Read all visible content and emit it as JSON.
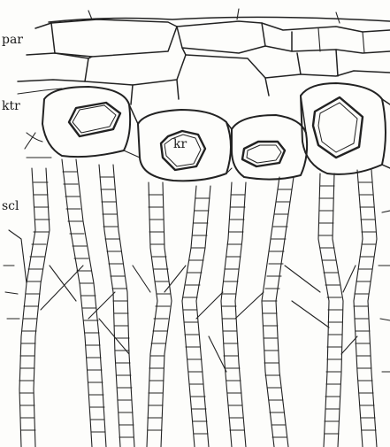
{
  "figure": {
    "labels": {
      "par": "par",
      "ktr": "ktr",
      "kr": "kr",
      "scl": "scl"
    }
  }
}
